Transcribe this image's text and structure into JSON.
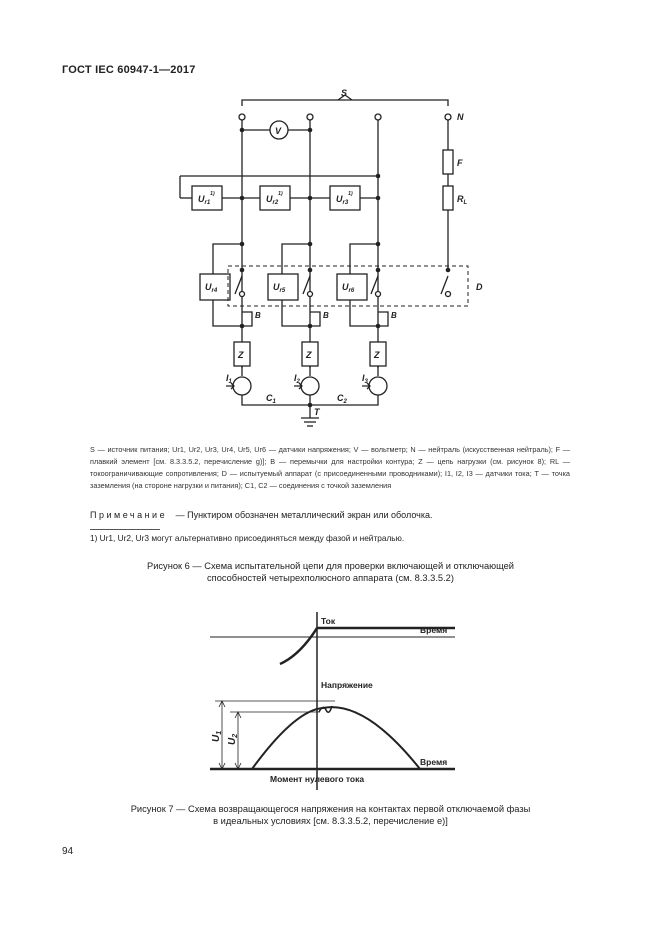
{
  "header": {
    "standard": "ГОСТ IEC 60947-1—2017"
  },
  "figure6": {
    "labels": {
      "S": "S",
      "N": "N",
      "V": "V",
      "F": "F",
      "RL": "R",
      "RL_sub": "L",
      "D": "D",
      "B": "B",
      "Z": "Z",
      "T": "T",
      "Ur1": "U",
      "Ur1_sub": "r1",
      "Ur2": "U",
      "Ur2_sub": "r2",
      "Ur3": "U",
      "Ur3_sub": "r3",
      "Ur4": "U",
      "Ur4_sub": "r4",
      "Ur5": "U",
      "Ur5_sub": "r5",
      "Ur6": "U",
      "Ur6_sub": "r6",
      "sup": "1)",
      "I1": "I",
      "I1_sub": "1",
      "I2": "I",
      "I2_sub": "2",
      "I3": "I",
      "I3_sub": "3",
      "C1": "C",
      "C1_sub": "1",
      "C2": "C",
      "C2_sub": "2"
    },
    "legend": "S — источник питания; Ur1, Ur2, Ur3, Ur4, Ur5, Ur6 — датчики напряжения; V — вольтметр; N — нейтраль (искусственная нейтраль); F — плавкий элемент [см. 8.3.3.5.2, перечисление g)]; B — перемычки для настройки контура; Z — цепь нагрузки (см. рисунок 8); RL — токоограничивающие сопротивления; D — испытуемый аппарат (с присоединенными проводниками); I1, I2, I3 — датчики тока; T — точка заземления (на стороне нагрузки и питания); C1, C2 — соединения с точкой заземления",
    "note_title": "Примечание",
    "note_text": "— Пунктиром обозначен металлический экран или оболочка.",
    "footnote": "1) Ur1, Ur2, Ur3 могут альтернативно присоединяться между фазой и нейтралью.",
    "caption_line1": "Рисунок 6 — Схема испытательной цепи для проверки включающей и отключающей",
    "caption_line2": "способностей четырехполюсного аппарата (см. 8.3.3.5.2)"
  },
  "figure7": {
    "label_current": "Ток",
    "label_time_top": "Время",
    "label_voltage": "Напряжение",
    "label_time_bottom": "Время",
    "label_zero": "Момент нулевого тока",
    "U1": "U",
    "U1_sub": "1",
    "U2": "U",
    "U2_sub": "2",
    "caption_line1": "Рисунок 7 — Схема возвращающегося напряжения на контактах первой отключаемой фазы",
    "caption_line2": "в идеальных условиях [см. 8.3.3.5.2, перечисление е)]"
  },
  "page_number": "94"
}
